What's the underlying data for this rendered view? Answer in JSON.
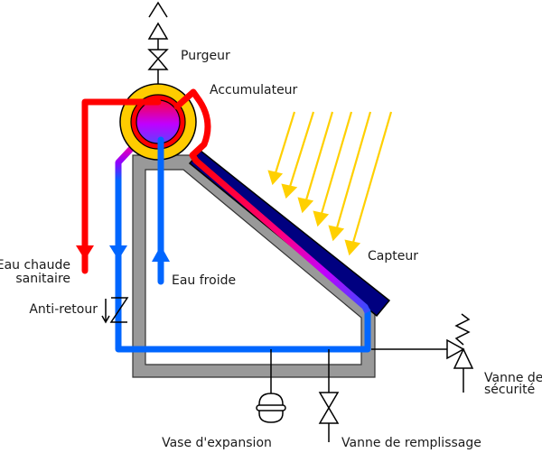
{
  "diagram": {
    "title": "Chauffe-eau solaire",
    "labels": {
      "purgeur": "Purgeur",
      "accumulateur": "Accumulateur",
      "capteur": "Capteur",
      "eau_chaude_1": "Eau chaude",
      "eau_chaude_2": "sanitaire",
      "eau_froide": "Eau froide",
      "anti_retour": "Anti-retour",
      "vase_expansion": "Vase d'expansion",
      "vanne_remplissage": "Vanne de remplissage",
      "vanne_securite_1": "Vanne de",
      "vanne_securite_2": "sécurité"
    },
    "colors": {
      "hot": "#ff0000",
      "cold": "#0066ff",
      "sun": "#ffd700",
      "insulation": "#ffcc00",
      "frame": "#999999",
      "collector": "#000080",
      "tank_top": "#ff0040",
      "tank_bottom": "#8000ff"
    }
  }
}
